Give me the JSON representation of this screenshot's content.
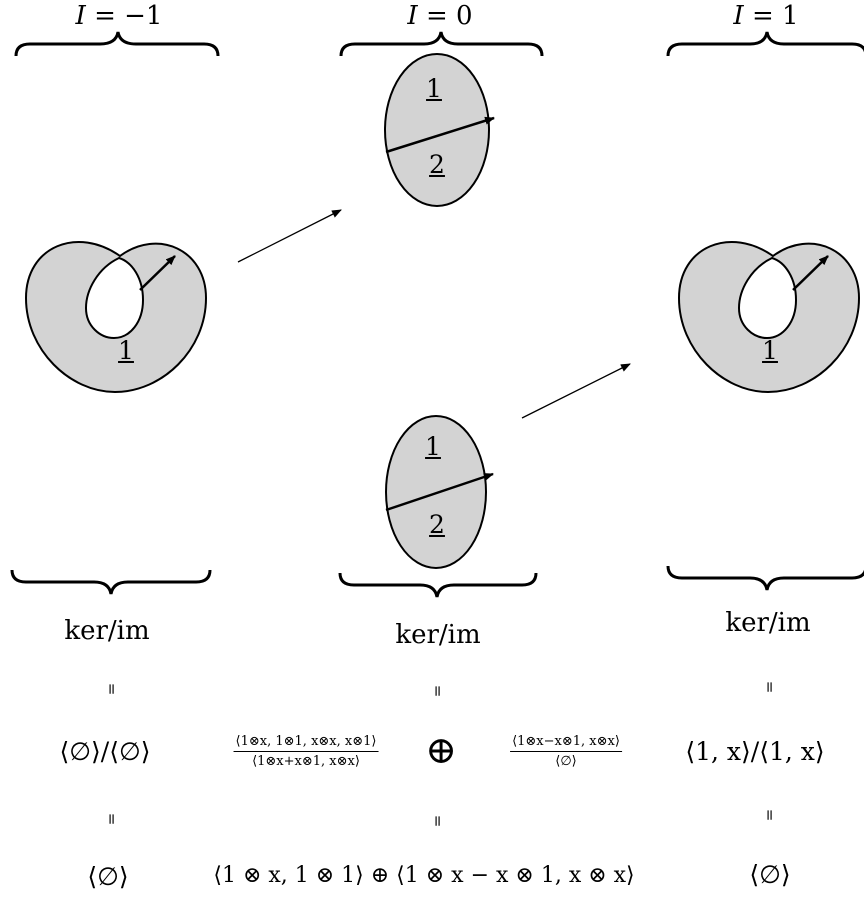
{
  "columns": [
    {
      "index_label": "I = −1",
      "kerim_label": "ker/im",
      "equals_symbol": "=",
      "homology_quotient": "⟨∅⟩/⟨∅⟩",
      "homology_result": "⟨∅⟩",
      "surfaces": [
        {
          "kind": "twisted-annulus",
          "region_labels": [
            "1"
          ]
        }
      ]
    },
    {
      "index_label": "I = 0",
      "kerim_label": "ker/im",
      "equals_symbol": "=",
      "homology_fraction_1": {
        "numerator": "⟨1⊗x, 1⊗1, x⊗x, x⊗1⟩",
        "denominator": "⟨1⊗x+x⊗1, x⊗x⟩"
      },
      "direct_sum_symbol": "⊕",
      "homology_fraction_2": {
        "numerator": "⟨1⊗x−x⊗1, x⊗x⟩",
        "denominator": "⟨∅⟩"
      },
      "homology_result": "⟨1 ⊗ x, 1 ⊗ 1⟩ ⊕ ⟨1 ⊗ x − x ⊗ 1, x ⊗ x⟩",
      "surfaces": [
        {
          "kind": "disk",
          "region_labels": [
            "1",
            "2"
          ]
        },
        {
          "kind": "disk",
          "region_labels": [
            "1",
            "2"
          ]
        }
      ]
    },
    {
      "index_label": "I = 1",
      "kerim_label": "ker/im",
      "equals_symbol": "=",
      "homology_quotient": "⟨1, x⟩/⟨1, x⟩",
      "homology_result": "⟨∅⟩",
      "surfaces": [
        {
          "kind": "twisted-annulus",
          "region_labels": [
            "1"
          ]
        }
      ]
    }
  ]
}
